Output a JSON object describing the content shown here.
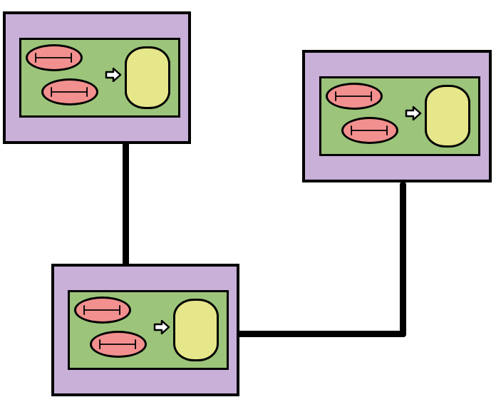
{
  "diagram": {
    "colors": {
      "node_fill": "#c8b0d8",
      "inner_fill": "#9cc47a",
      "pill_fill": "#f2908f",
      "cylinder_fill": "#e6e68a",
      "outline": "#000000",
      "connector": "#000000"
    },
    "nodes": [
      {
        "id": "node-top-left",
        "contents": [
          "rounded-pill-icon",
          "rounded-pill-icon",
          "right-arrow-icon",
          "cylinder-icon"
        ]
      },
      {
        "id": "node-top-right",
        "contents": [
          "rounded-pill-icon",
          "rounded-pill-icon",
          "right-arrow-icon",
          "cylinder-icon"
        ]
      },
      {
        "id": "node-bottom",
        "contents": [
          "rounded-pill-icon",
          "rounded-pill-icon",
          "right-arrow-icon",
          "cylinder-icon"
        ]
      }
    ],
    "edges": [
      {
        "from": "node-top-left",
        "to": "node-bottom"
      },
      {
        "from": "node-top-right",
        "to": "node-bottom"
      }
    ]
  }
}
